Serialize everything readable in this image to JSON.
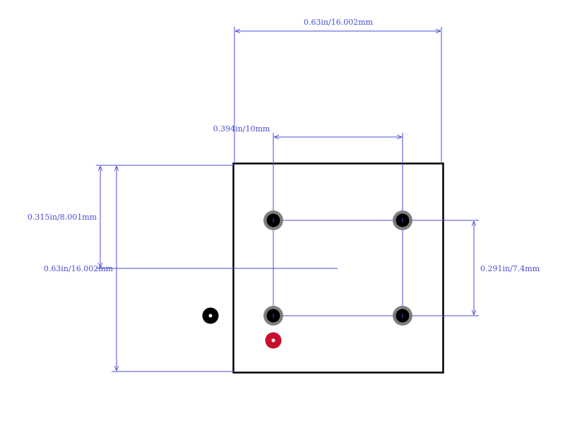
{
  "dimensions": {
    "overall_width": "0.63in/16.002mm",
    "pin_pitch_x": "0.394in/10mm",
    "pin_pitch_y": "0.291in/7.4mm",
    "half_height": "0.315in/8.001mm",
    "overall_height": "0.63in/16.002mm"
  },
  "colors": {
    "dimension": "#4b4bd6",
    "outline": "#000000",
    "outline_inner": "#c8102e",
    "pad_ring": "#7f7f7f",
    "pad_hole": "#000000",
    "pin1_marker": "#c8102e",
    "polarity_dot": "#000000",
    "background": "#ffffff"
  }
}
